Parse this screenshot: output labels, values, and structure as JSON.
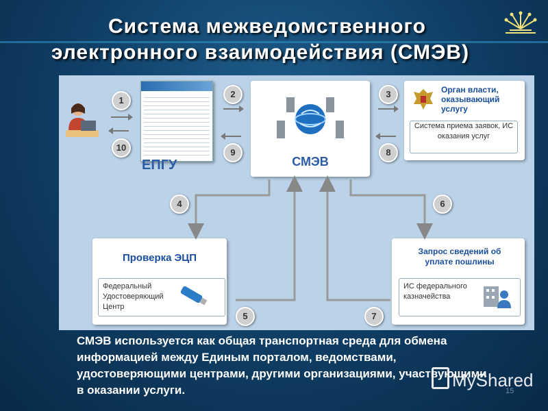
{
  "title": {
    "line1": "Система межведомственного",
    "line2": "электронного взаимодействия (СМЭВ)"
  },
  "epgu": {
    "label": "ЕПГУ"
  },
  "smev": {
    "label": "СМЭВ"
  },
  "authority": {
    "title": "Орган власти, оказывающий услугу",
    "system": "Система приема заявок, ИС оказания услуг"
  },
  "ecp": {
    "title": "Проверка ЭЦП",
    "center": "Федеральный Удостоверяющий Центр"
  },
  "payment": {
    "title": "Запрос сведений об уплате пошлины",
    "system": "ИС федерального казначейства"
  },
  "steps": [
    "1",
    "2",
    "3",
    "4",
    "5",
    "6",
    "7",
    "8",
    "9",
    "10"
  ],
  "footer": "СМЭВ используется как общая транспортная среда для обмена информацией между Единым порталом, ведомствами, удостоверяющими центрами, другими организациями, участвующими в оказании услуги.",
  "watermark": "MyShared",
  "page_number": "15",
  "colors": {
    "accent": "#1a4fa0",
    "background": "#0f3d63",
    "panel": "#bcd2e8"
  }
}
